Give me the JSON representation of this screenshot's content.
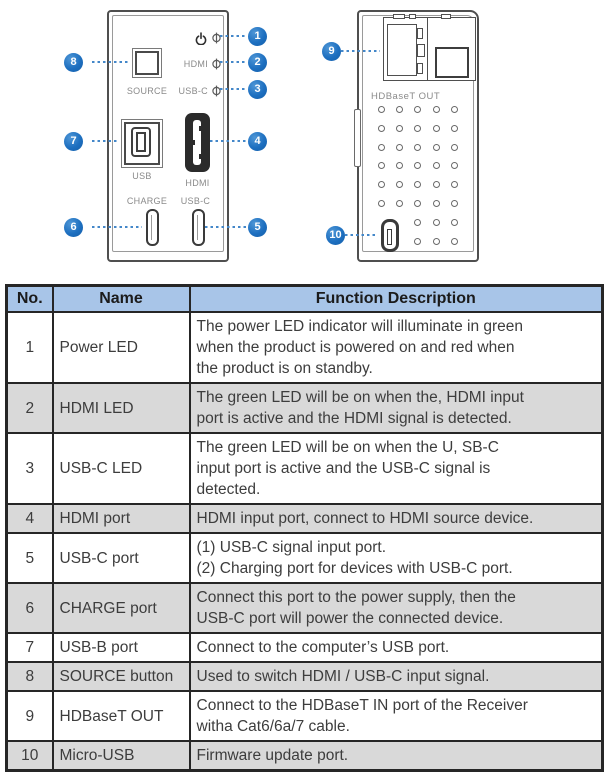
{
  "diagram": {
    "callouts": [
      "1",
      "2",
      "3",
      "4",
      "5",
      "6",
      "7",
      "8",
      "9",
      "10"
    ],
    "front_panel": {
      "hdmi_led_label": "HDMI",
      "usbc_led_label": "USB-C",
      "source_button_label": "SOURCE",
      "usb_port_label": "USB",
      "hdmi_port_label": "HDMI",
      "charge_port_label": "CHARGE",
      "usbc_port_label": "USB-C"
    },
    "rear_panel": {
      "hdbaset_label": "HDBaseT OUT",
      "vent_rows": [
        5,
        5,
        5,
        5,
        5,
        5,
        3,
        3
      ]
    }
  },
  "table": {
    "headers": [
      "No.",
      "Name",
      "Function Description"
    ],
    "rows": [
      {
        "no": "1",
        "name": "Power LED",
        "desc": "The power LED indicator will illuminate in green\nwhen the product is powered on and red when\nthe product is on standby."
      },
      {
        "no": "2",
        "name": "HDMI LED",
        "desc": "The green LED will be on when the, HDMI input\nport is active and the HDMI signal is detected."
      },
      {
        "no": "3",
        "name": "USB-C LED",
        "desc": "The green LED will be on when the U, SB-C\ninput port is active and the USB-C signal is\ndetected."
      },
      {
        "no": "4",
        "name": "HDMI port",
        "desc": "HDMI input port, connect to HDMI source device."
      },
      {
        "no": "5",
        "name": "USB-C port",
        "desc": "(1) USB-C signal input port.\n(2) Charging port for devices with USB-C port."
      },
      {
        "no": "6",
        "name": "CHARGE port",
        "desc": "Connect this port to the power supply, then the\nUSB-C port will power the connected device."
      },
      {
        "no": "7",
        "name": "USB-B port",
        "desc": "Connect to the computer’s USB port."
      },
      {
        "no": "8",
        "name": "SOURCE button",
        "desc": "Used to switch HDMI / USB-C input signal."
      },
      {
        "no": "9",
        "name": "HDBaseT OUT",
        "desc": "Connect to the HDBaseT IN port of the Receiver\nwitha Cat6/6a/7 cable."
      },
      {
        "no": "10",
        "name": "Micro-USB",
        "desc": "Firmware update port."
      }
    ]
  },
  "colors": {
    "callout_blue": "#1d6fc0",
    "leader_blue": "#4387c9",
    "header_bg": "#a8c5e8",
    "row_alt_bg": "#d9d9d9",
    "border_dark": "#262626"
  }
}
